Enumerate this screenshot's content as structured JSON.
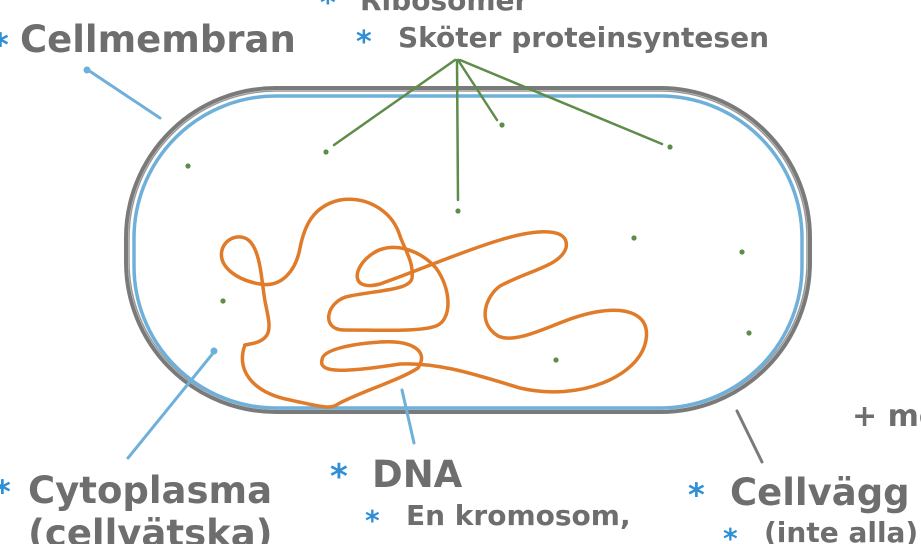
{
  "labels": {
    "ribosomer": "Ribosomer",
    "ribosomer_desc": "Sköter proteinsyntesen",
    "cellmembran": "Cellmembran",
    "cytoplasma": "Cytoplasma",
    "cytoplasma_sub": "(cellvätska)",
    "dna": "DNA",
    "dna_desc": "En kromosom,",
    "cellvagg": "Cellvägg",
    "cellvagg_sub": "(inte alla)",
    "more": "+ me"
  },
  "bullet": "*",
  "colors": {
    "text": "#6e6e6e",
    "bullet": "#2f8fd6",
    "cell_wall": "#7a7a7a",
    "cell_membrane": "#6fb0da",
    "dna": "#e07b2a",
    "ribosome": "#5e8c4a"
  }
}
